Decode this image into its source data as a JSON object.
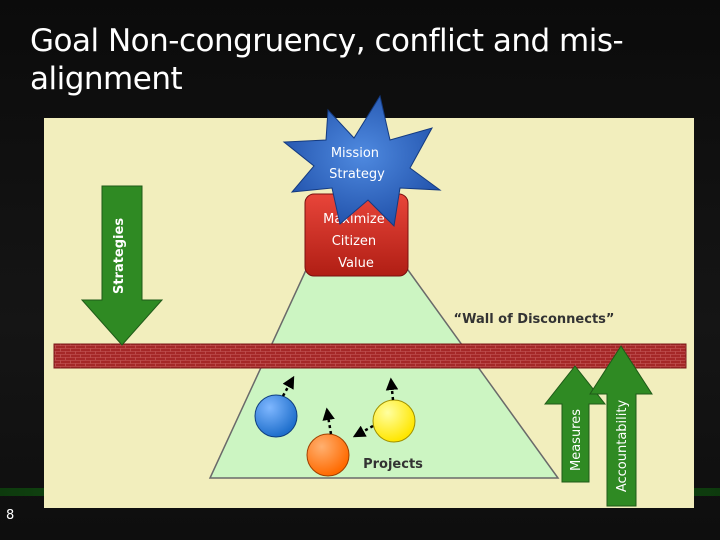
{
  "slide": {
    "title": "Goal Non-congruency, conflict and mis-alignment",
    "page_number": "8"
  },
  "diagram": {
    "mission_star": [
      "Mission",
      "Strategy"
    ],
    "top_box": [
      "Maximize",
      "Citizen",
      "Value"
    ],
    "wall_label": "“Wall of Disconnects”",
    "projects_label": "Projects",
    "down_arrow_label": "Strategies",
    "up_arrows": [
      "Measures",
      "Accountability"
    ]
  },
  "colors": {
    "panel": "#f2eebd",
    "pyramid": "#ccf5c2",
    "wall": "#a52828",
    "star": "#2d64c8",
    "box": "#d42a1c",
    "arrow": "#2f8a23",
    "ball_blue": "#1f6fcc",
    "ball_orange": "#ff6a00",
    "ball_yellow": "#ffe600"
  }
}
